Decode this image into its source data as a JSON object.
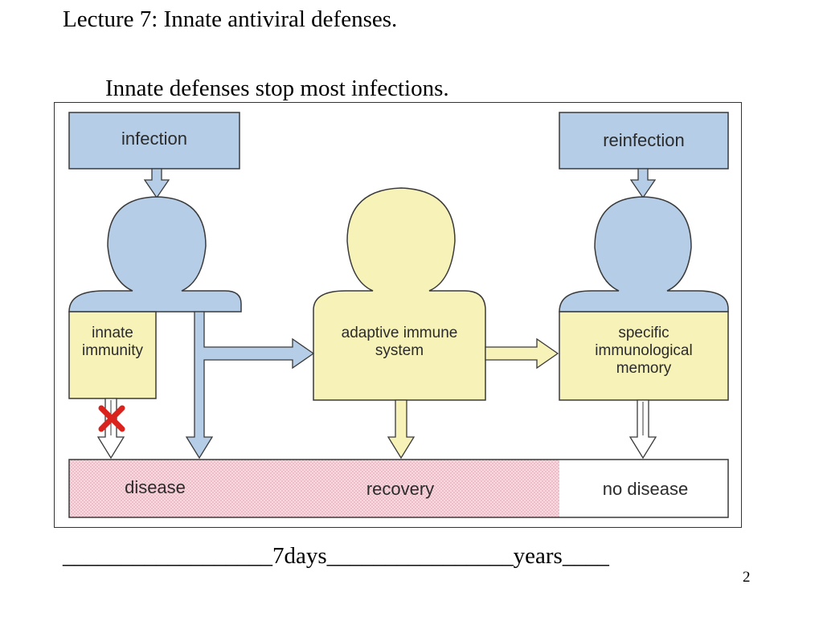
{
  "slide": {
    "title": "Lecture 7: Innate antiviral defenses.",
    "subtitle": "Innate defenses stop most infections.",
    "timeline": "__________________7days________________years____",
    "page_number": "2"
  },
  "diagram": {
    "top_boxes": {
      "infection": "infection",
      "reinfection": "reinfection"
    },
    "lower_boxes": {
      "innate_immunity": "innate immunity",
      "adaptive_immune_system": "adaptive immune system",
      "specific_memory": "specific immunological memory"
    },
    "outcomes": {
      "disease": "disease",
      "recovery": "recovery",
      "no_disease": "no disease"
    },
    "colors": {
      "blue": "#b5cde6",
      "yellow": "#f6f2b8",
      "pink": "#f4cbd5",
      "block_mark": "#d9231c"
    }
  }
}
